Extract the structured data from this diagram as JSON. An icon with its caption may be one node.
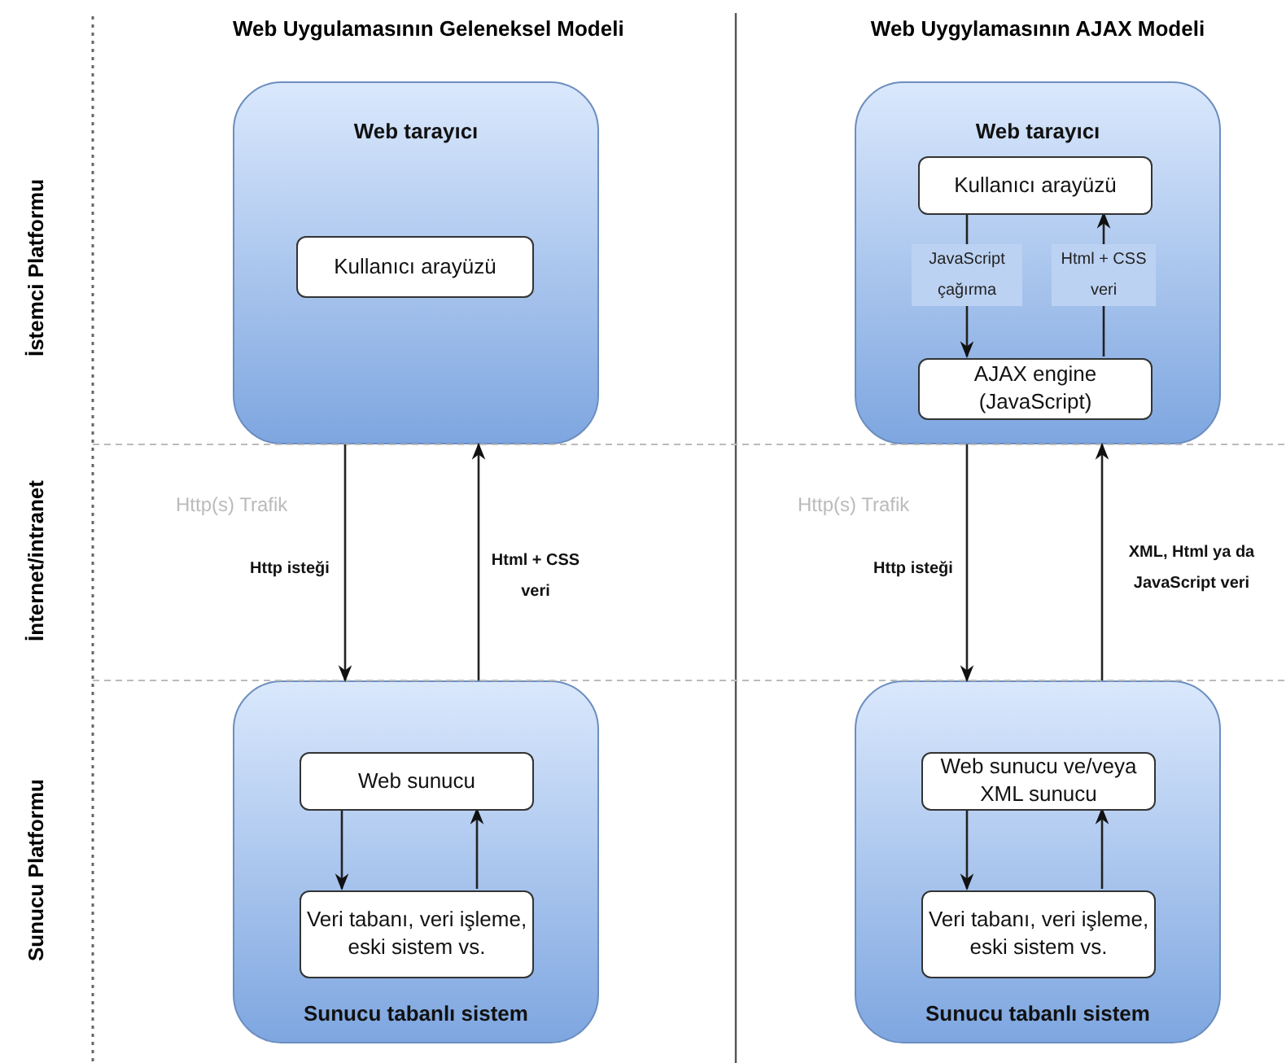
{
  "diagram": {
    "nodes": [
      {
        "text": [
          "Web tarayıcı"
        ]
      },
      {
        "text": [
          "Kullanıcı arayüzü"
        ],
        "in": 0
      },
      {
        "text": [
          "Sunucu tabanlı sistem"
        ]
      },
      {
        "text": [
          "Web sunucu"
        ],
        "in": 2
      },
      {
        "text": [
          "Veri tabanı, veri işleme, eski sistem vs."
        ],
        "in": 2
      },
      {
        "text": [
          "Web tarayıcı"
        ]
      },
      {
        "text": [
          "Kullanıcı arayüzü"
        ],
        "in": 5
      },
      {
        "text": [
          "AJAX engine (JavaScript)"
        ],
        "in": 5
      },
      {
        "text": [
          "Sunucu tabanlı sistem"
        ]
      },
      {
        "text": [
          "Web sunucu ve/veya XML sunucu"
        ],
        "in": 8
      },
      {
        "text": [
          "Veri tabanı, veri işleme, eski sistem vs."
        ],
        "in": 8
      }
    ],
    "edges": [
      {
        "from": 0,
        "to": 2,
        "arrow": "to",
        "label": "Http isteği"
      },
      {
        "from": 2,
        "to": 0,
        "arrow": "to",
        "label": "Html + CSS veri"
      },
      {
        "from": 3,
        "to": 4,
        "arrow": "to"
      },
      {
        "from": 4,
        "to": 3,
        "arrow": "to"
      },
      {
        "from": 6,
        "to": 7,
        "arrow": "to",
        "label": "JavaScript çağırma"
      },
      {
        "from": 7,
        "to": 6,
        "arrow": "to",
        "label": "Html + CSS veri"
      },
      {
        "from": 5,
        "to": 8,
        "arrow": "to",
        "label": "Http isteği"
      },
      {
        "from": 8,
        "to": 5,
        "arrow": "to",
        "label": "XML, Html ya da JavaScript veri"
      },
      {
        "from": 9,
        "to": 10,
        "arrow": "to"
      },
      {
        "from": 10,
        "to": 9,
        "arrow": "to"
      }
    ],
    "labels": [
      "Web Uygulamasının Geleneksel Modeli",
      "Web Uygylamasının AJAX Modeli",
      "İstemci Platformu",
      "Http(s) Trafik",
      "Http(s) Trafik",
      "İnternet/intranet",
      "Sunucu Platformu"
    ]
  }
}
